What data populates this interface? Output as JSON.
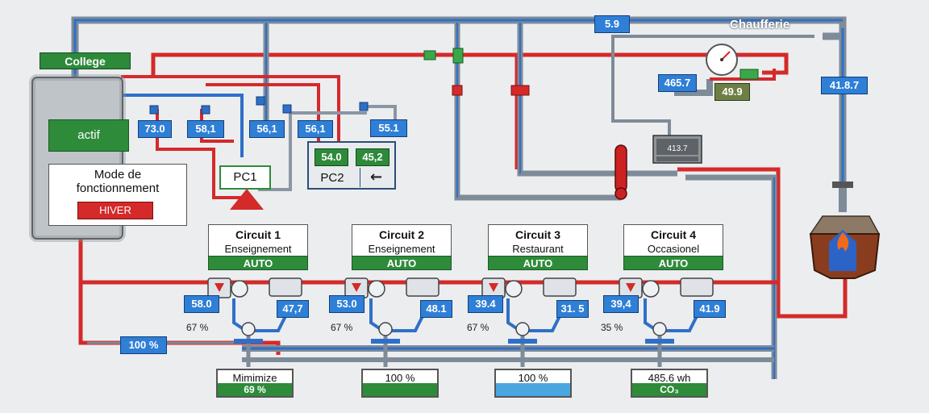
{
  "header": {
    "title": "Chaufferie",
    "site_label": "College",
    "top_value": "5.9",
    "right_value": "41.8.7"
  },
  "status": {
    "state": "actif",
    "mode_label": "Mode de fonctionnement",
    "mode_value": "HIVER"
  },
  "sensors": {
    "s1": "73.0",
    "s2": "58,1",
    "s3": "56,1",
    "s4": "56,1",
    "s5": "55.1",
    "s6": "465.7",
    "s7": "49.9",
    "s8": "413.7",
    "pump_pct": "100 %"
  },
  "pc1": {
    "label": "PC1"
  },
  "pc2": {
    "label": "PC2",
    "value_a": "54.0",
    "value_b": "45,2",
    "arrow": "←"
  },
  "circuits": [
    {
      "title": "Circuit 1",
      "sub": "Enseignement",
      "mode": "AUTO",
      "v1": "58.0",
      "v2": "47,7",
      "pct": "67 %",
      "box_title": "Mimimize",
      "box_value": "69 %"
    },
    {
      "title": "Circuit 2",
      "sub": "Enseignement",
      "mode": "AUTO",
      "v1": "53.0",
      "v2": "48.1",
      "pct": "67 %",
      "box_title": "100 %",
      "box_value": ""
    },
    {
      "title": "Circuit 3",
      "sub": "Restaurant",
      "mode": "AUTO",
      "v1": "39.4",
      "v2": "31. 5",
      "pct": "67 %",
      "box_title": "100 %",
      "box_value": ""
    },
    {
      "title": "Circuit 4",
      "sub": "Occasionel",
      "mode": "AUTO",
      "v1": "39,4",
      "v2": "41.9",
      "pct": "35 %",
      "box_title": "485.6 wh",
      "box_value": "CO₃"
    }
  ],
  "colors": {
    "hot": "#d42a2a",
    "cold": "#2f6fc8",
    "ok": "#2e8b3a",
    "pipe_grey": "#8a96a3"
  }
}
